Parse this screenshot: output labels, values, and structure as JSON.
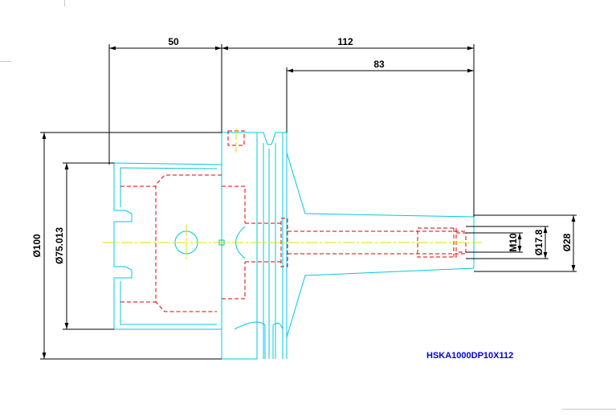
{
  "drawing": {
    "part_code": "HSKA1000DP10X112",
    "dimensions": {
      "flange_length": "50",
      "overall_length": "112",
      "projection_length": "83",
      "flange_diameter": "Ø100",
      "taper_diameter": "Ø75.013",
      "thread": "M10",
      "bore_diameter": "Ø17.8",
      "nose_diameter": "Ø28"
    },
    "colors": {
      "outline": "#00c8e0",
      "hidden": "#e00000",
      "center": "#e0e000",
      "dimension": "#000000",
      "title": "#0000e0",
      "background": "#ffffff"
    }
  }
}
